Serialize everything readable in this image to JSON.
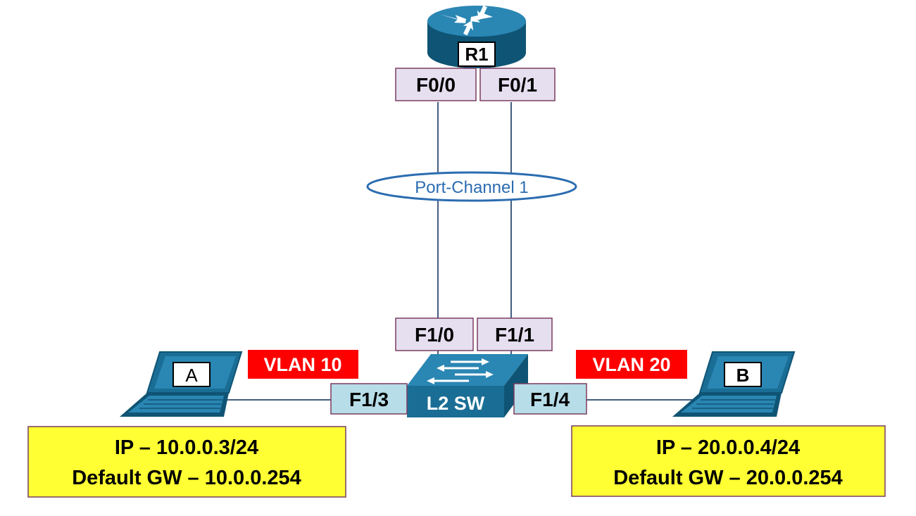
{
  "router": {
    "label": "R1"
  },
  "switch": {
    "label": "L2 SW"
  },
  "router_ports": {
    "f00": "F0/0",
    "f01": "F0/1"
  },
  "switch_ports": {
    "f10": "F1/0",
    "f11": "F1/1",
    "f13": "F1/3",
    "f14": "F1/4"
  },
  "port_channel": {
    "label": "Port-Channel 1"
  },
  "vlans": {
    "left": "VLAN 10",
    "right": "VLAN 20"
  },
  "hosts": {
    "a": {
      "label": "A",
      "ip": "IP – 10.0.0.3/24",
      "gw": "Default GW – 10.0.0.254"
    },
    "b": {
      "label": "B",
      "ip": "IP – 20.0.0.4/24",
      "gw": "Default GW – 20.0.0.254"
    }
  },
  "colors": {
    "device_blue": "#1a6e96",
    "device_dark": "#0f5474",
    "port_router_fill": "#e6dff0",
    "port_switch_fill": "#b7dde8",
    "port_border": "#7a3d60",
    "vlan_red": "#ff0000",
    "info_yellow": "#ffff33",
    "link": "#445d80",
    "channel_blue": "#2b6cb0"
  }
}
